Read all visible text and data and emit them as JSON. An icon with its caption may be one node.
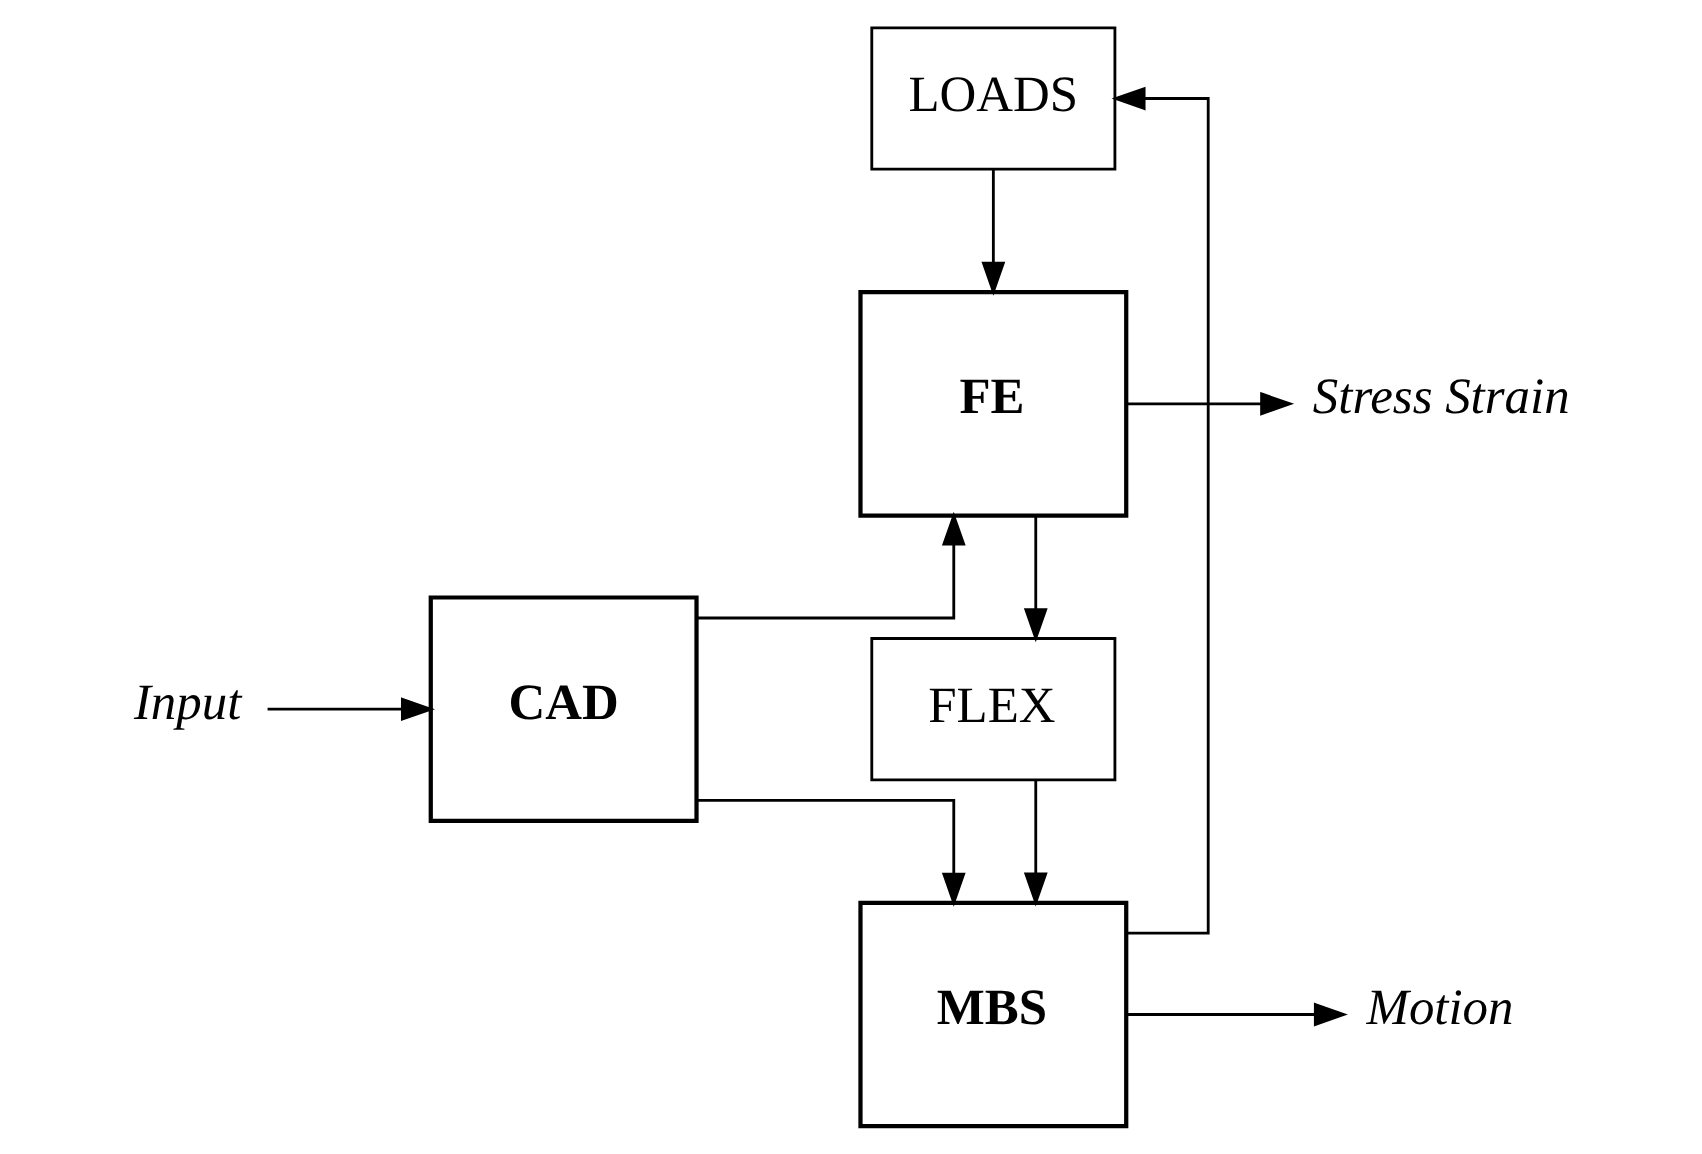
{
  "diagram": {
    "nodes": [
      {
        "text": [
          "Input"
        ]
      },
      {
        "text": [
          "CAD"
        ]
      },
      {
        "text": [
          "FE"
        ]
      },
      {
        "text": [
          "FLEX"
        ]
      },
      {
        "text": [
          "LOADS"
        ]
      },
      {
        "text": [
          "MBS"
        ]
      },
      {
        "text": [
          "Stress Strain"
        ]
      },
      {
        "text": [
          "Motion"
        ]
      }
    ],
    "edges": [
      {
        "from": 0,
        "to": 1,
        "arrow": "to"
      },
      {
        "from": 1,
        "to": 2,
        "arrow": "to"
      },
      {
        "from": 1,
        "to": 5,
        "arrow": "to"
      },
      {
        "from": 2,
        "to": 3,
        "arrow": "to"
      },
      {
        "from": 3,
        "to": 5,
        "arrow": "to"
      },
      {
        "from": 5,
        "to": 4,
        "arrow": "to"
      },
      {
        "from": 4,
        "to": 2,
        "arrow": "to"
      },
      {
        "from": 2,
        "to": 6,
        "arrow": "to"
      },
      {
        "from": 5,
        "to": 7,
        "arrow": "to"
      }
    ]
  }
}
